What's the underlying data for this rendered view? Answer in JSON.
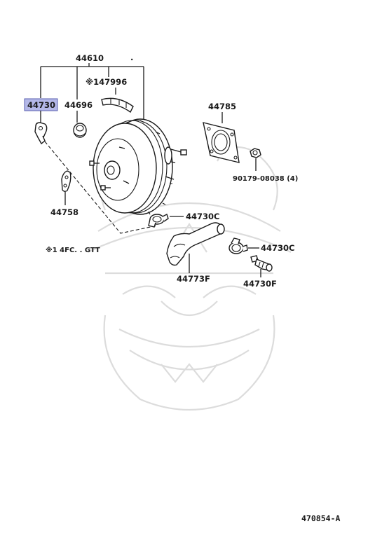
{
  "labels": {
    "assembly": "44610",
    "note_part": "※147996",
    "highlighted": "44730",
    "grommet": "44696",
    "gasket": "44785",
    "nut": "90179-08038 (4)",
    "bracket": "44758",
    "clamp_upper": "44730C",
    "clamp_lower": "44730C",
    "hose": "44773F",
    "valve": "44730F",
    "note": "※1 4FC. . GTT",
    "ref_no": "470854-A"
  },
  "colors": {
    "highlight_fill": "#b4b8e8",
    "highlight_border": "#5a5fb0",
    "ink": "#1a1a1a",
    "watermark": "#dcdcdc"
  }
}
